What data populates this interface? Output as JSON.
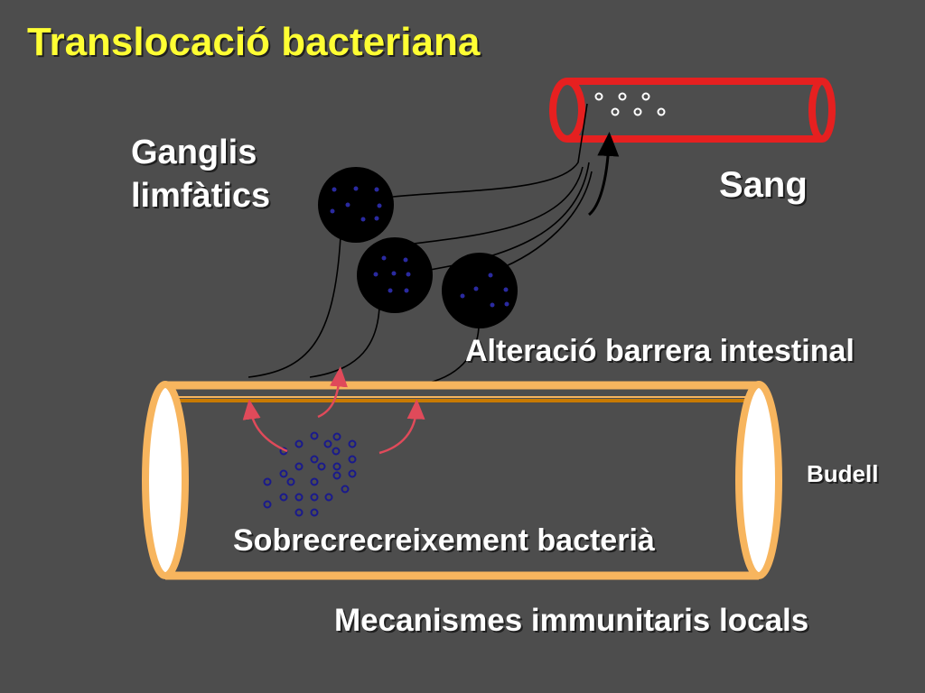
{
  "title": "Translocació bacteriana",
  "labels": {
    "ganglis_line1": "Ganglis",
    "ganglis_line2": "limfàtics",
    "sang": "Sang",
    "alteracio": "Alteració barrera intestinal",
    "budell": "Budell",
    "sobrecreixement": "Sobrecrecreixement bacterià",
    "mecanismes": "Mecanismes immunitaris locals"
  },
  "colors": {
    "background": "#4d4d4d",
    "title": "#ffff33",
    "blood_vessel": "#e62020",
    "intestine": "#f7b55e",
    "barrier_line": "#c97a00",
    "lymph_node": "#000000",
    "bacteria": "#1a1a8c",
    "arrows": "#e04a5a"
  }
}
